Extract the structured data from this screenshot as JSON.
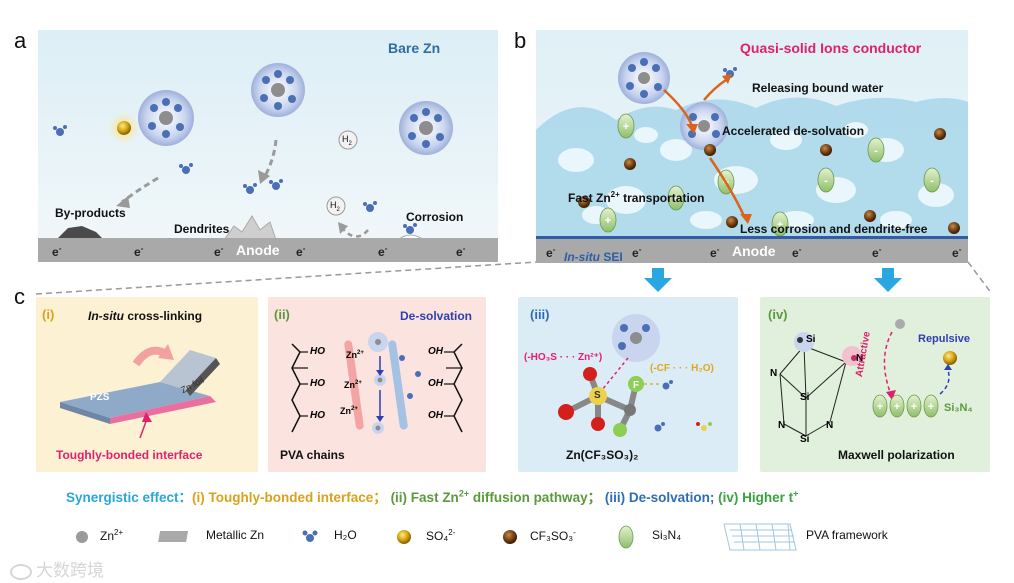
{
  "panel_a": {
    "letter": "a",
    "title": "Bare Zn",
    "labels": {
      "byproducts": "By-products",
      "dendrites": "Dendrites",
      "corrosion": "Corrosion",
      "h2_top": "H",
      "h2_top_sub": "2",
      "h2_mid": "H",
      "h2_mid_sub": "2",
      "anode": "Anode"
    },
    "electron": "e",
    "electron_sup": "-"
  },
  "panel_b": {
    "letter": "b",
    "title": "Quasi-solid Ions conductor",
    "labels": {
      "releasing": "Releasing bound water",
      "accelerated": "Accelerated de-solvation",
      "fast_pre": "Fast Zn",
      "fast_sup": "2+",
      "fast_post": " transportation",
      "less": "Less corrosion and dendrite-free",
      "insitu_italic": "In-situ",
      "insitu_rest": " SEI",
      "anode": "Anode"
    }
  },
  "panel_c": {
    "letter": "c",
    "sub_i": {
      "tag": "(i)",
      "title_italic": "In-situ",
      "title_rest": " cross-linking",
      "pzs": "PZS",
      "znfoil": "Zn foil",
      "caption": "Toughly-bonded interface"
    },
    "sub_ii": {
      "tag": "(ii)",
      "title": "De-solvation",
      "ho": "HO",
      "oh": "OH",
      "zn": "Zn",
      "zn_sup": "2+",
      "caption": "PVA chains"
    },
    "sub_iii": {
      "tag": "(iii)",
      "left_note": "(-HO₃S · · · Zn²⁺)",
      "right_note": "(-CF · · · H₂O)",
      "s": "S",
      "f": "F",
      "formula": "Zn(CF₃SO₃)₂"
    },
    "sub_iv": {
      "tag": "(iv)",
      "attractive": "Attractive",
      "repulsive": "Repulsive",
      "si": "Si",
      "n": "N",
      "si3n4": "Si₃N₄",
      "caption": "Maxwell polarization"
    }
  },
  "synergy": {
    "prefix": "Synergistic effect：",
    "i": "(i) Toughly-bonded interface；",
    "ii_pre": "(ii) Fast Zn",
    "ii_sup": "2+",
    "ii_post": " diffusion pathway；",
    "iii": "(iii) De-solvation;",
    "iv_pre": "(iv) Higher t",
    "iv_sup": "+",
    "colors": {
      "prefix": "#2aa7d8",
      "i": "#d8a21c",
      "ii": "#5a9a3c",
      "iii": "#2f6db3",
      "iv": "#3da042"
    }
  },
  "legend": {
    "zn": "Zn",
    "zn_sup": "2+",
    "metallic": "Metallic Zn",
    "h2o": "H₂O",
    "so4": "SO₄",
    "so4_sup": "2-",
    "cf3": "CF₃SO₃",
    "cf3_sup": "-",
    "si3n4": "Si₃N₄",
    "pva": "PVA framework"
  },
  "watermark": "大数跨境"
}
